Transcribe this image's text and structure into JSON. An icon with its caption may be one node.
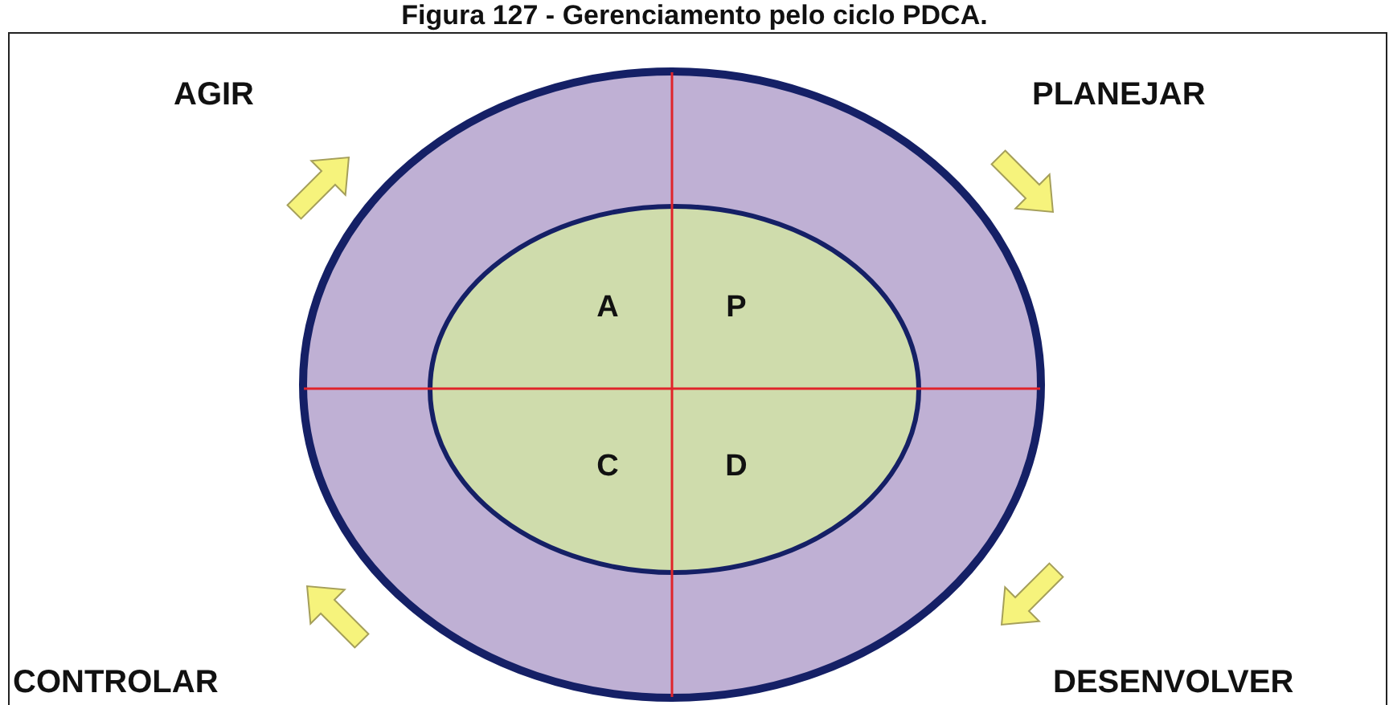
{
  "diagram": {
    "title": "Figura 127 - Gerenciamento pelo ciclo PDCA.",
    "nodes": [
      {
        "text": [],
        "shape": "circle"
      },
      {
        "text": [
          "A",
          "P",
          "C",
          "D"
        ],
        "in": 0
      }
    ],
    "labels": [
      "AGIR",
      "PLANEJAR",
      "CONTROLAR",
      "DESENVOLVER"
    ]
  }
}
